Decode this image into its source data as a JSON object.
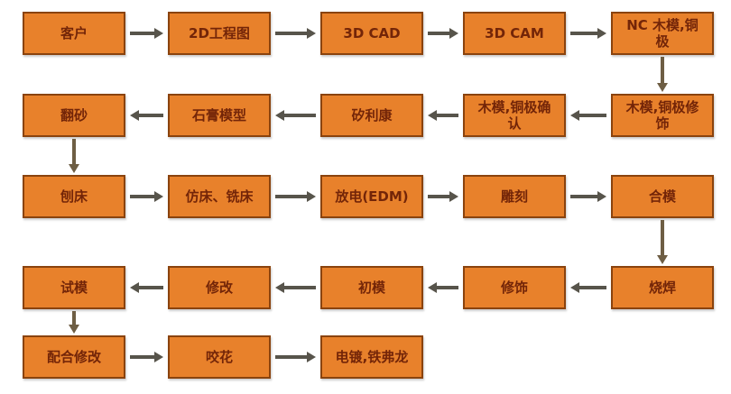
{
  "title": "mold-making-process-flowchart",
  "colors": {
    "box_fill": "#E8812B",
    "box_border": "#8a430e",
    "box_text": "#732508",
    "arrow_horizontal": "#57544b",
    "arrow_vertical": "#6e5e44",
    "background": "#ffffff"
  },
  "nodes": [
    {
      "id": "customer",
      "label": "客户",
      "row": 0,
      "col": 0
    },
    {
      "id": "2d-drawing",
      "label": "2D工程图",
      "row": 0,
      "col": 1
    },
    {
      "id": "3d-cad",
      "label": "3D CAD",
      "row": 0,
      "col": 2
    },
    {
      "id": "3d-cam",
      "label": "3D CAM",
      "row": 0,
      "col": 3
    },
    {
      "id": "nc-wood-copper",
      "label": "NC 木模,铜极",
      "row": 0,
      "col": 4
    },
    {
      "id": "sand-casting",
      "label": "翻砂",
      "row": 1,
      "col": 0
    },
    {
      "id": "plaster-model",
      "label": "石膏模型",
      "row": 1,
      "col": 1
    },
    {
      "id": "silicone",
      "label": "矽利康",
      "row": 1,
      "col": 2
    },
    {
      "id": "wood-copper-confirm",
      "label": "木模,铜极确认",
      "row": 1,
      "col": 3
    },
    {
      "id": "wood-copper-trim",
      "label": "木模,铜极修饰",
      "row": 1,
      "col": 4
    },
    {
      "id": "planer",
      "label": "刨床",
      "row": 2,
      "col": 0
    },
    {
      "id": "copy-mill",
      "label": "仿床、铣床",
      "row": 2,
      "col": 1
    },
    {
      "id": "edm",
      "label": "放电(EDM)",
      "row": 2,
      "col": 2
    },
    {
      "id": "engraving",
      "label": "雕刻",
      "row": 2,
      "col": 3
    },
    {
      "id": "mold-closing",
      "label": "合模",
      "row": 2,
      "col": 4
    },
    {
      "id": "mold-trial",
      "label": "试模",
      "row": 3,
      "col": 0
    },
    {
      "id": "modification",
      "label": "修改",
      "row": 3,
      "col": 1
    },
    {
      "id": "first-mold",
      "label": "初模",
      "row": 3,
      "col": 2
    },
    {
      "id": "trimming",
      "label": "修饰",
      "row": 3,
      "col": 3
    },
    {
      "id": "welding",
      "label": "烧焊",
      "row": 3,
      "col": 4
    },
    {
      "id": "fitting-modify",
      "label": "配合修改",
      "row": 4,
      "col": 0
    },
    {
      "id": "texturing",
      "label": "咬花",
      "row": 4,
      "col": 1
    },
    {
      "id": "plating-teflon",
      "label": "电镀,铁弗龙",
      "row": 4,
      "col": 2
    }
  ],
  "arrows": [
    {
      "type": "h",
      "row": 0,
      "gap": 0,
      "dir": "right"
    },
    {
      "type": "h",
      "row": 0,
      "gap": 1,
      "dir": "right"
    },
    {
      "type": "h",
      "row": 0,
      "gap": 2,
      "dir": "right"
    },
    {
      "type": "h",
      "row": 0,
      "gap": 3,
      "dir": "right"
    },
    {
      "type": "v",
      "col": 4,
      "fromRow": 0,
      "dir": "down"
    },
    {
      "type": "h",
      "row": 1,
      "gap": 3,
      "dir": "left"
    },
    {
      "type": "h",
      "row": 1,
      "gap": 2,
      "dir": "left"
    },
    {
      "type": "h",
      "row": 1,
      "gap": 1,
      "dir": "left"
    },
    {
      "type": "h",
      "row": 1,
      "gap": 0,
      "dir": "left"
    },
    {
      "type": "v",
      "col": 0,
      "fromRow": 1,
      "dir": "down"
    },
    {
      "type": "h",
      "row": 2,
      "gap": 0,
      "dir": "right"
    },
    {
      "type": "h",
      "row": 2,
      "gap": 1,
      "dir": "right"
    },
    {
      "type": "h",
      "row": 2,
      "gap": 2,
      "dir": "right"
    },
    {
      "type": "h",
      "row": 2,
      "gap": 3,
      "dir": "right"
    },
    {
      "type": "v",
      "col": 4,
      "fromRow": 2,
      "dir": "down"
    },
    {
      "type": "h",
      "row": 3,
      "gap": 3,
      "dir": "left"
    },
    {
      "type": "h",
      "row": 3,
      "gap": 2,
      "dir": "left"
    },
    {
      "type": "h",
      "row": 3,
      "gap": 1,
      "dir": "left"
    },
    {
      "type": "h",
      "row": 3,
      "gap": 0,
      "dir": "left"
    },
    {
      "type": "v",
      "col": 0,
      "fromRow": 3,
      "dir": "down"
    },
    {
      "type": "h",
      "row": 4,
      "gap": 0,
      "dir": "right"
    },
    {
      "type": "h",
      "row": 4,
      "gap": 1,
      "dir": "right"
    }
  ]
}
